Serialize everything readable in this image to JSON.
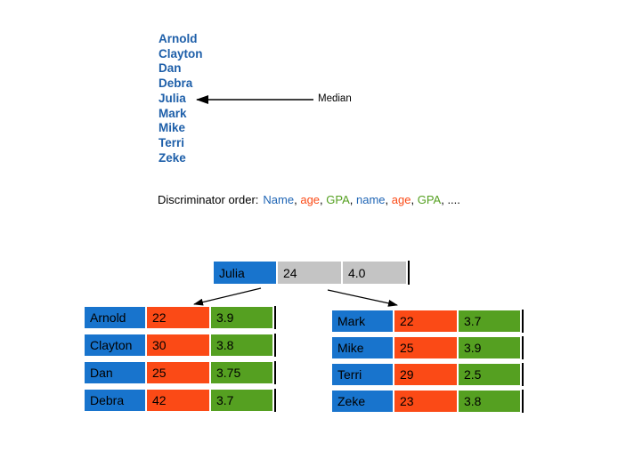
{
  "colors": {
    "name_cell_blue": "#1874CD",
    "age_cell_orange": "#FB4A16",
    "gpa_cell_green": "#55A021",
    "value_cell_gray": "#C4C4C4",
    "list_text_blue": "#1E5FA9"
  },
  "sorted_names": {
    "items": [
      "Arnold",
      "Clayton",
      "Dan",
      "Debra",
      "Julia",
      "Mark",
      "Mike",
      "Terri",
      "Zeke"
    ],
    "median_label": "Median",
    "median_points_to": "Julia"
  },
  "discriminator": {
    "parts": [
      {
        "text": "Discriminator order:",
        "color": "black"
      },
      {
        "text": "Name",
        "color": "blue"
      },
      {
        "text": ", ",
        "color": "black"
      },
      {
        "text": "age",
        "color": "orange"
      },
      {
        "text": ", ",
        "color": "black"
      },
      {
        "text": "GPA",
        "color": "green"
      },
      {
        "text": ", ",
        "color": "black"
      },
      {
        "text": "name",
        "color": "blue"
      },
      {
        "text": ", ",
        "color": "black"
      },
      {
        "text": "age",
        "color": "orange"
      },
      {
        "text": ", ",
        "color": "black"
      },
      {
        "text": "GPA",
        "color": "green"
      },
      {
        "text": ", ....",
        "color": "black"
      }
    ]
  },
  "root_node": {
    "name": "Julia",
    "age": "24",
    "gpa": "4.0"
  },
  "left_table": {
    "rows": [
      {
        "name": "Arnold",
        "age": "22",
        "gpa": "3.9"
      },
      {
        "name": "Clayton",
        "age": "30",
        "gpa": "3.8"
      },
      {
        "name": "Dan",
        "age": "25",
        "gpa": "3.75"
      },
      {
        "name": "Debra",
        "age": "42",
        "gpa": "3.7"
      }
    ]
  },
  "right_table": {
    "rows": [
      {
        "name": "Mark",
        "age": "22",
        "gpa": "3.7"
      },
      {
        "name": "Mike",
        "age": "25",
        "gpa": "3.9"
      },
      {
        "name": "Terri",
        "age": "29",
        "gpa": "2.5"
      },
      {
        "name": "Zeke",
        "age": "23",
        "gpa": "3.8"
      }
    ]
  }
}
